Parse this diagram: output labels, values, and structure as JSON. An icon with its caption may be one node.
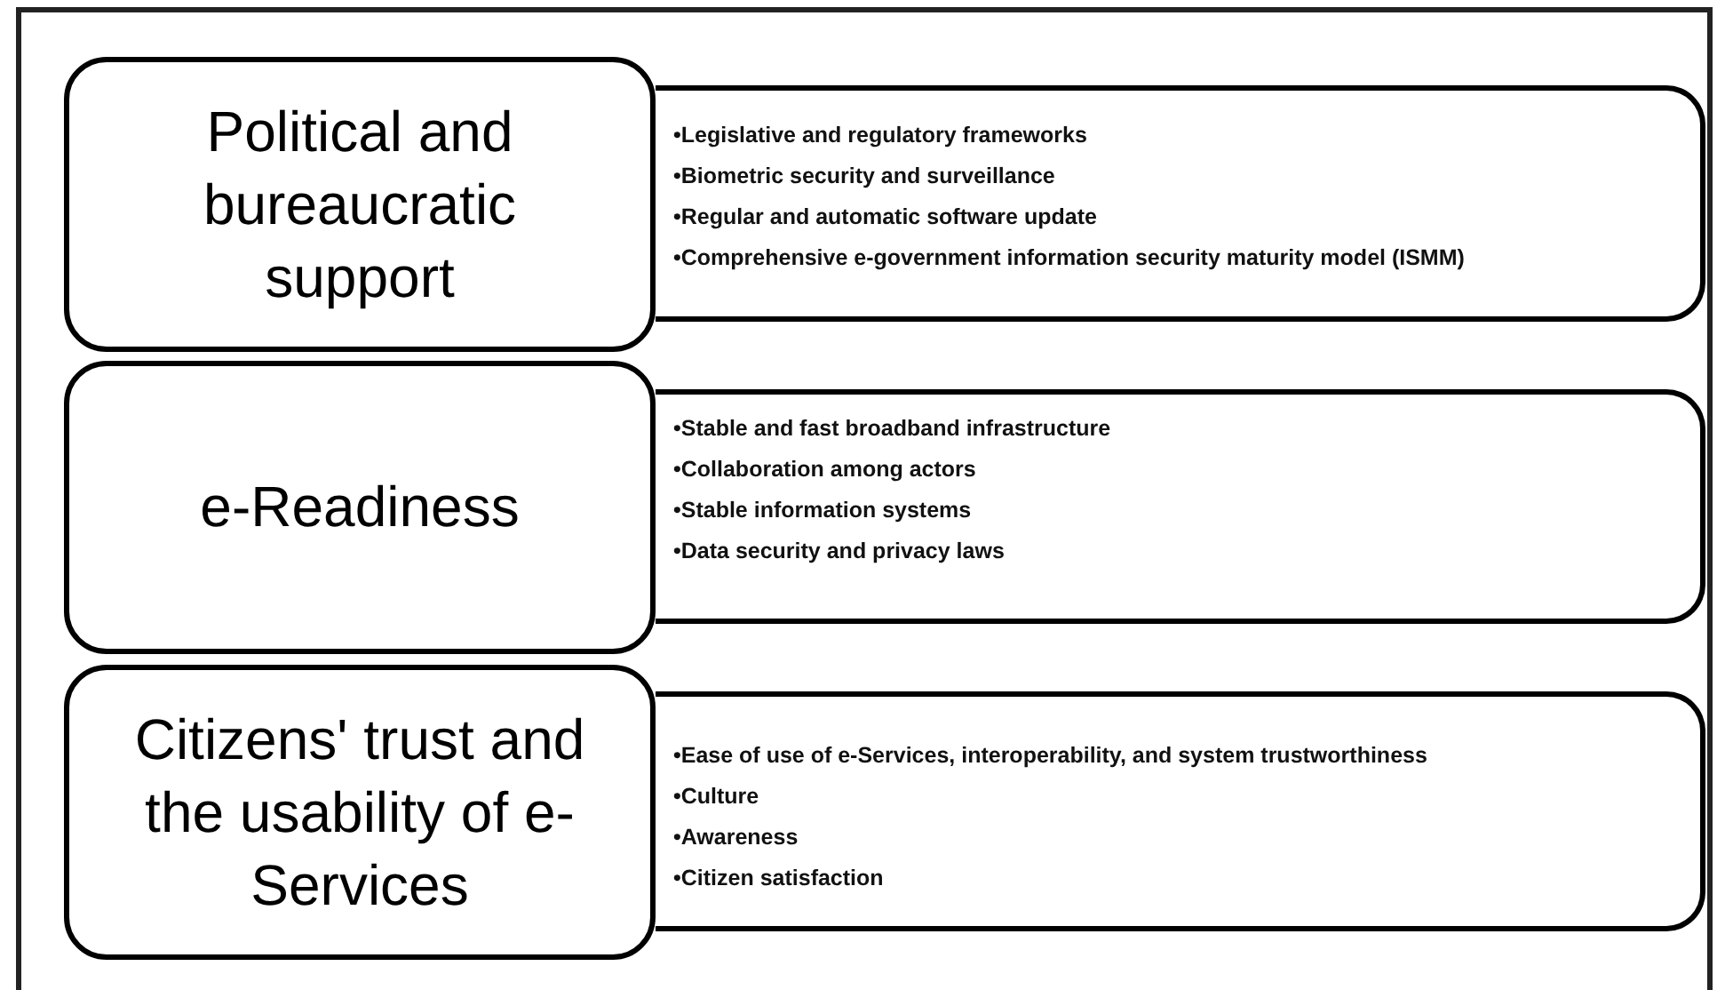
{
  "diagram": {
    "nodes": [
      {
        "text": [
          "Political and bureaucratic support"
        ]
      },
      {
        "text": [
          "•Legislative and regulatory frameworks",
          "•Biometric security and surveillance",
          "•Regular and automatic software update",
          "•Comprehensive e-government information security maturity model (ISMM)"
        ]
      },
      {
        "text": [
          "e-Readiness"
        ]
      },
      {
        "text": [
          "•Stable and fast broadband infrastructure",
          "•Collaboration among actors",
          "•Stable information systems",
          "•Data security and privacy laws"
        ]
      },
      {
        "text": [
          "Citizens' trust and the usability of e-Services"
        ]
      },
      {
        "text": [
          "•Ease of use of e-Services, interoperability, and system trustworthiness",
          "•Culture",
          "•Awareness",
          "•Citizen satisfaction"
        ]
      }
    ]
  }
}
